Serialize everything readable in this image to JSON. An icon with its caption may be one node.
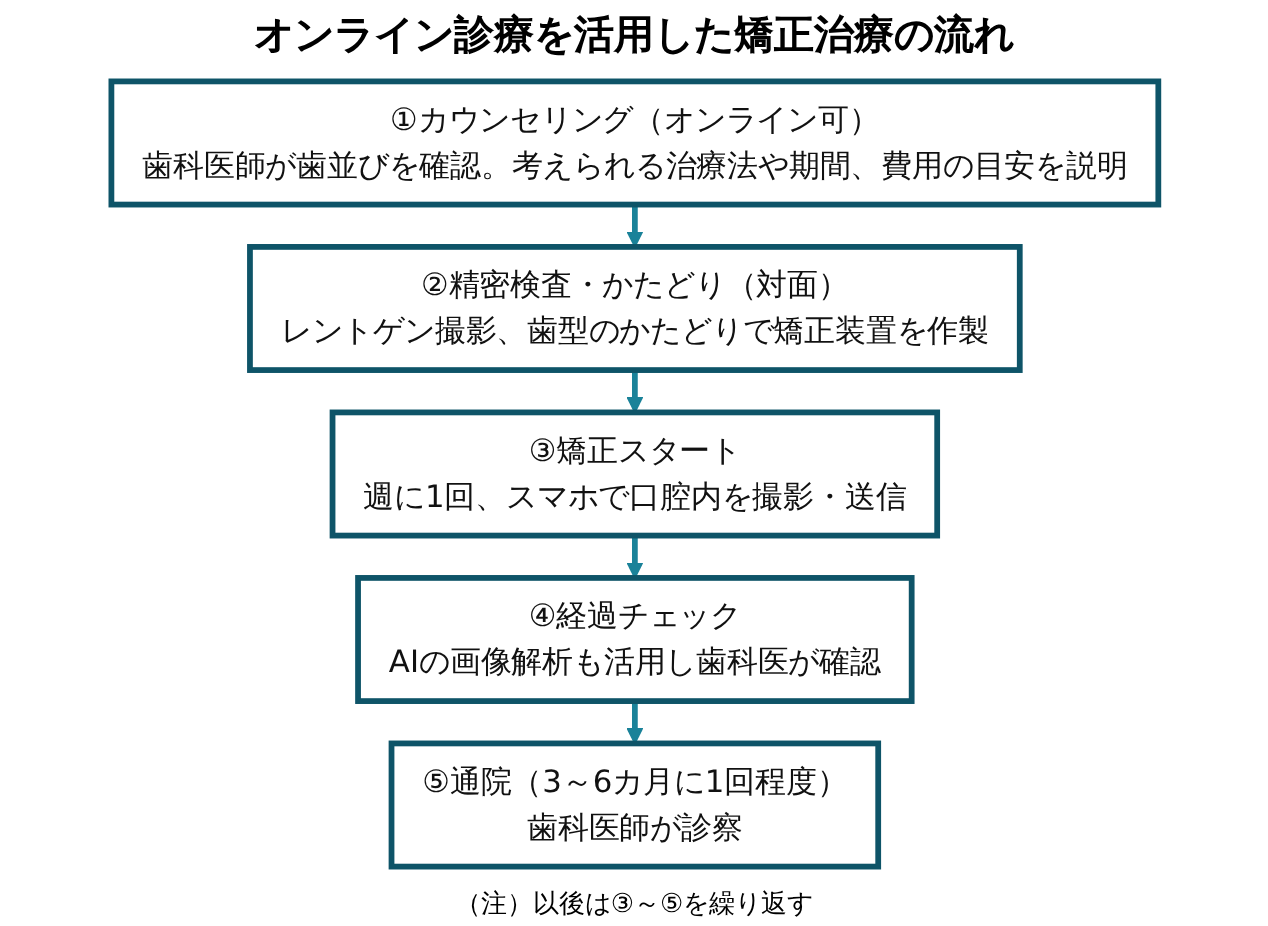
{
  "diagram": {
    "title": "オンライン診療を活用した矯正治療の流れ",
    "caption": "（注）以後は③～⑤を繰り返す",
    "nodes": [
      {
        "text": [
          "①カウンセリング（オンライン可）",
          "歯科医師が歯並びを確認。考えられる治療法や期間、費用の目安を説明"
        ]
      },
      {
        "text": [
          "②精密検査・かたどり（対面）",
          "レントゲン撮影、歯型のかたどりで矯正装置を作製"
        ]
      },
      {
        "text": [
          "③矯正スタート",
          "週に1回、スマホで口腔内を撮影・送信"
        ]
      },
      {
        "text": [
          "④経過チェック",
          "AIの画像解析も活用し歯科医が確認"
        ]
      },
      {
        "text": [
          "⑤通院（3～6カ月に1回程度）",
          "歯科医師が診察"
        ]
      }
    ],
    "edges": [
      {
        "from": 0,
        "to": 1,
        "arrow": "to"
      },
      {
        "from": 1,
        "to": 2,
        "arrow": "to"
      },
      {
        "from": 2,
        "to": 3,
        "arrow": "to"
      },
      {
        "from": 3,
        "to": 4,
        "arrow": "to"
      }
    ]
  }
}
